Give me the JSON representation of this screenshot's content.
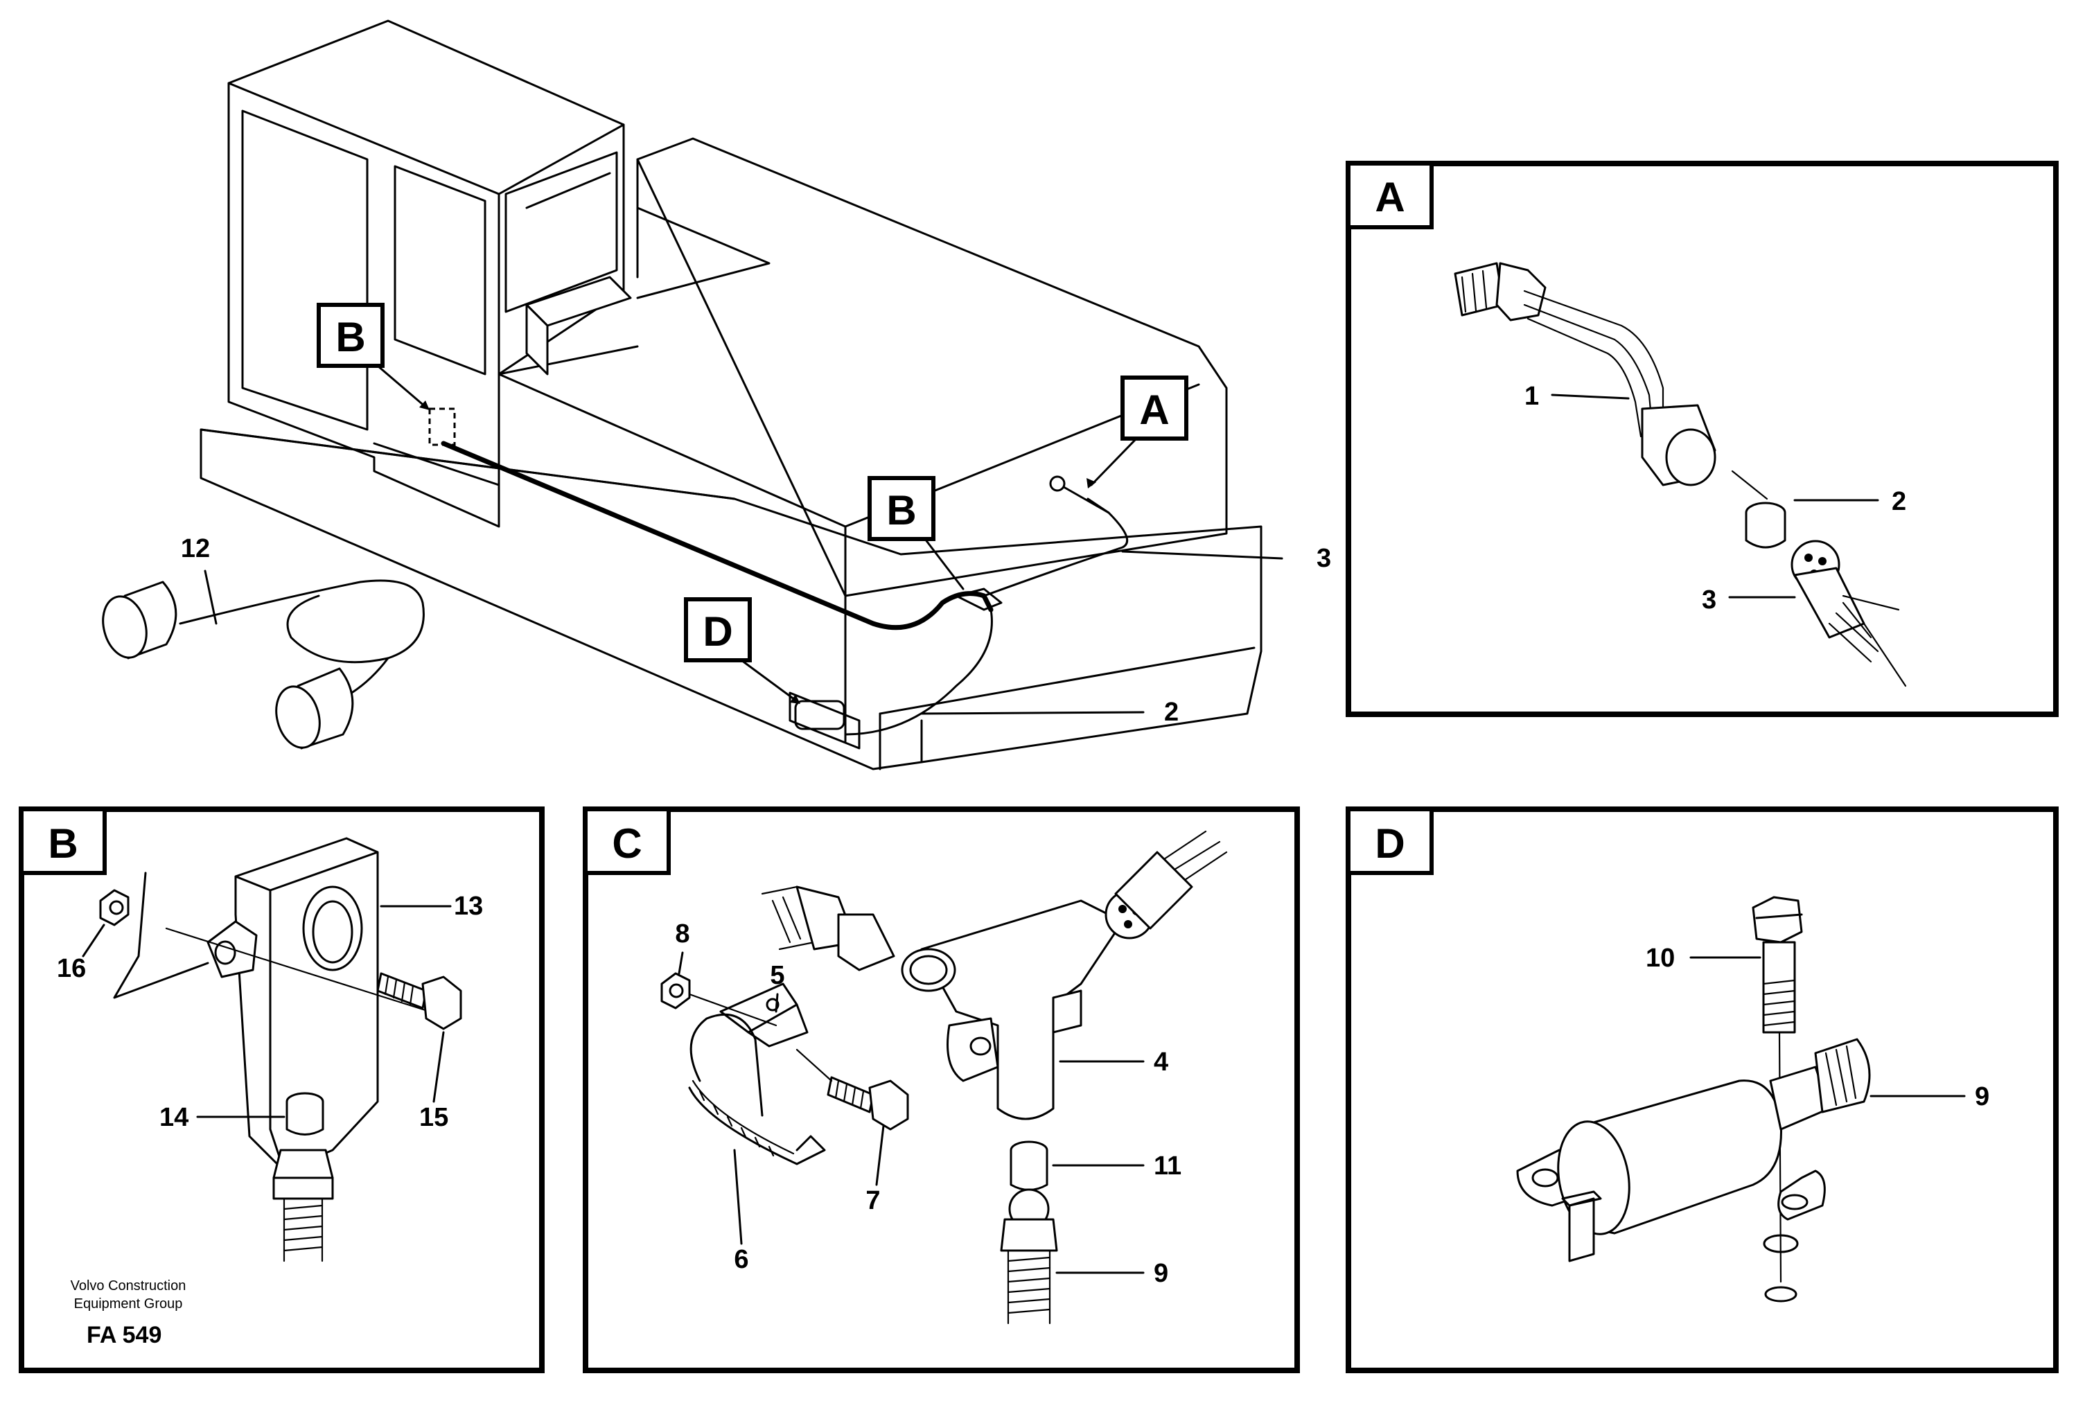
{
  "callouts": {
    "overview": {
      "a": "A",
      "b_cab": "B",
      "b_center": "B",
      "d": "D",
      "n12": "12",
      "n3": "3",
      "n2": "2"
    },
    "panelA": {
      "tag": "A",
      "n1": "1",
      "n2": "2",
      "n3": "3"
    },
    "panelB": {
      "tag": "B",
      "n13": "13",
      "n16": "16",
      "n14": "14",
      "n15": "15"
    },
    "panelC": {
      "tag": "C",
      "n8": "8",
      "n5": "5",
      "n4": "4",
      "n7": "7",
      "n6": "6",
      "n11": "11",
      "n9": "9"
    },
    "panelD": {
      "tag": "D",
      "n10": "10",
      "n9": "9"
    }
  },
  "footer": {
    "line1": "Volvo Construction",
    "line2": "Equipment Group",
    "code": "FA 549"
  }
}
